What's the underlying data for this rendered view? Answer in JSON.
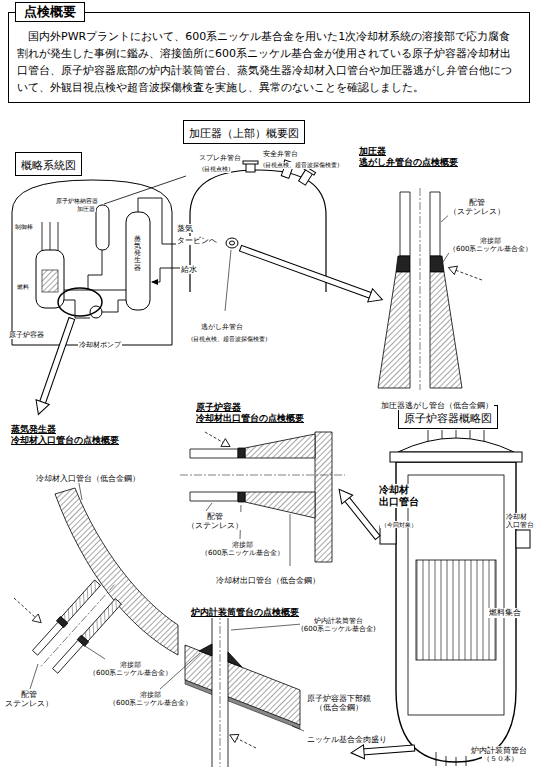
{
  "diagram": {
    "nodes": [
      {
        "text": [
          "点検概要",
          "国内外PWRプラントにおいて、600系ニッケル基合金を用いた1次冷却材系統の溶接部で応力腐食割れが発生した事例に鑑み、溶接箇所に600系ニッケル基合金が使用されている原子炉容器冷却材出口管台、原子炉容器底部の炉内計装筒管台、蒸気発生器冷却材入口管台や加圧器逃がし弁管台他について、外観目視点検や超音波探傷検査を実施し、異常のないことを確認しました。"
        ]
      },
      {
        "text": [
          "概略系統図"
        ]
      },
      {
        "text": [
          "加圧器（上部）概要図"
        ]
      },
      {
        "text": [
          "原子炉容器概略図"
        ]
      }
    ],
    "labels": [
      "原子炉格納容器",
      "加圧器",
      "制御棒",
      "燃料",
      "蒸気",
      "タービンへ",
      "給水",
      "蒸気発生器",
      "原子炉容器",
      "冷却材ポンプ",
      "スプレ弁管台",
      "(目視点検)",
      "安全弁管台",
      "(目視点検、超音波探傷検査)",
      "逃がし弁管台",
      "(目視点検、超音波探傷検査)",
      "加圧器 逃がし弁管台の点検概要",
      "配管 （ステンレス）",
      "溶接部 （600系ニッケル基合金）",
      "加圧器逃がし管台（低合金鋼）",
      "蒸気発生器 冷却材入口管台の点検概要",
      "冷却材入口管台（低合金鋼）",
      "配管 ステンレス）",
      "溶接部 （600系ニッケル基合金）",
      "原子炉容器 冷却材出口管台の点検概要",
      "配管 （ステンレス）",
      "溶接部 （600系ニッケル基合金）",
      "冷却材出口管台（低合金鋼）",
      "炉内計装筒管台の点検概要",
      "炉内計装筒管台 (600系ニッケル基合金)",
      "溶接部 （600系ニッケル基合金）",
      "原子炉容器下部鏡 （低合金鋼）",
      "ニッケル基合金肉盛り",
      "冷却材 出口管台",
      "（今回対象）",
      "冷却材 入口管台",
      "燃料集合",
      "炉内計装筒管台",
      "（５０本）"
    ]
  }
}
